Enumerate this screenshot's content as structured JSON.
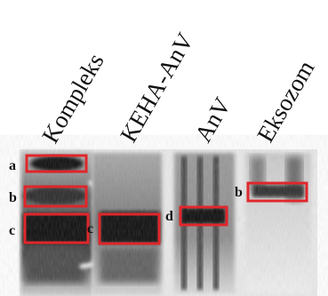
{
  "lanes": [
    {
      "label": "Kompleks"
    },
    {
      "label": "KEHA-AnV"
    },
    {
      "label": "AnV"
    },
    {
      "label": "Eksozom"
    }
  ],
  "band_labels": {
    "lane1_a": "a",
    "lane1_b": "b",
    "lane1_c": "c",
    "lane2_c": "c",
    "lane3_d": "d",
    "lane4_b": "b"
  },
  "colors": {
    "box": "#e0262b",
    "label_text": "#111111",
    "background": "#ffffff"
  }
}
